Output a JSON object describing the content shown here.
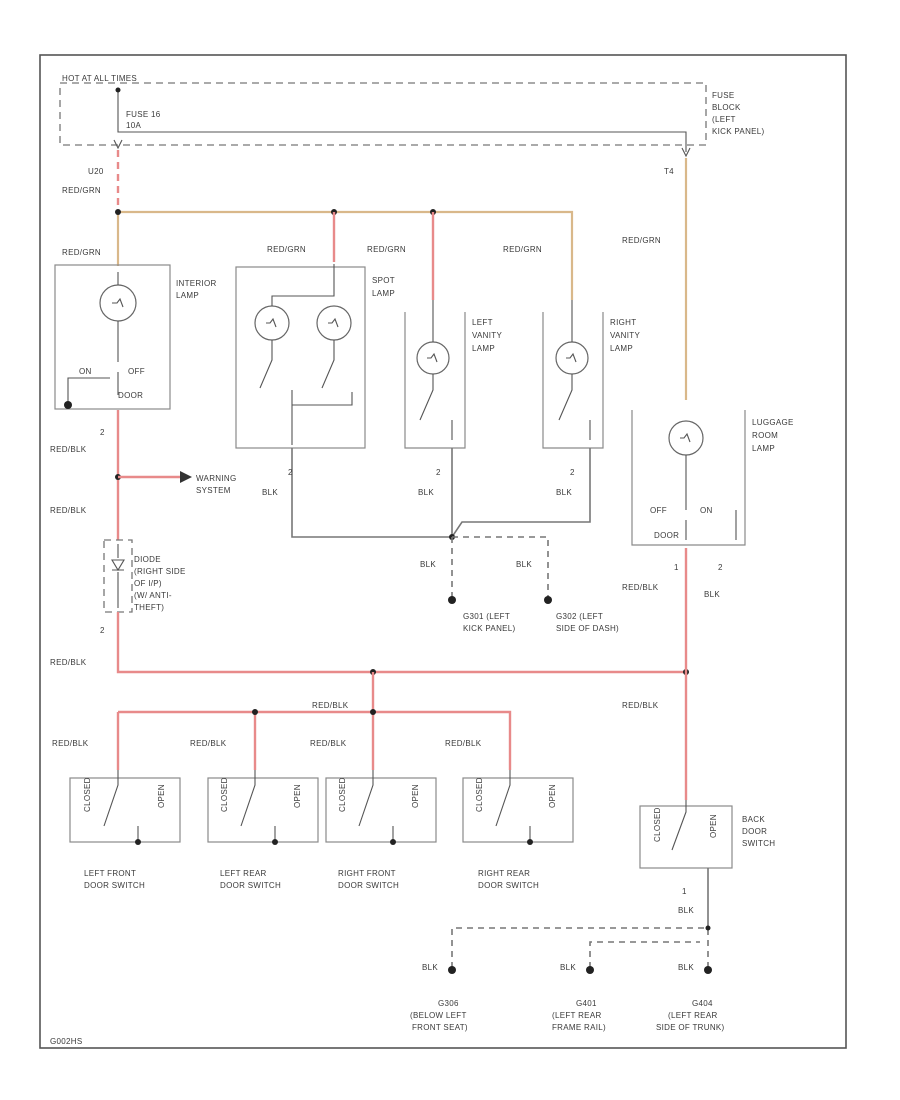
{
  "top": {
    "hot_label": "HOT AT ALL TIMES",
    "fuse_label": "FUSE 16",
    "fuse_amp": "10A",
    "fuse_block": [
      "FUSE",
      "BLOCK",
      "(LEFT",
      "KICK PANEL)"
    ],
    "pin_left": "U20",
    "pin_right": "T4"
  },
  "wires": {
    "red_grn": "RED/GRN",
    "red_blk": "RED/BLK",
    "blk": "BLK"
  },
  "lamps": {
    "interior": [
      "INTERIOR",
      "LAMP"
    ],
    "interior_switch": {
      "on": "ON",
      "off": "OFF",
      "door": "DOOR"
    },
    "spot": [
      "SPOT",
      "LAMP"
    ],
    "left_vanity": [
      "LEFT",
      "VANITY",
      "LAMP"
    ],
    "right_vanity": [
      "RIGHT",
      "VANITY",
      "LAMP"
    ],
    "luggage": [
      "LUGGAGE",
      "ROOM",
      "LAMP"
    ],
    "luggage_switch": {
      "off": "OFF",
      "mid": "ON",
      "door": "DOOR"
    }
  },
  "warning": [
    "WARNING",
    "SYSTEM"
  ],
  "diode": [
    "DIODE",
    "(RIGHT SIDE",
    "OF I/P)",
    "(W/ ANTI-",
    "THEFT)"
  ],
  "pins": {
    "two": "2",
    "one": "1"
  },
  "grounds": {
    "g1": [
      "G301 (LEFT",
      "KICK PANEL)"
    ],
    "g2": [
      "G302 (LEFT",
      "SIDE OF DASH)"
    ],
    "g3": [
      "G306",
      "(BELOW LEFT",
      "FRONT SEAT)"
    ],
    "g4": [
      "G401",
      "(LEFT REAR",
      "FRAME RAIL)"
    ],
    "g5": [
      "G404",
      "(LEFT REAR",
      "SIDE OF TRUNK)"
    ]
  },
  "switches": {
    "lf": [
      "LEFT FRONT",
      "DOOR SWITCH"
    ],
    "lr": [
      "LEFT REAR",
      "DOOR SWITCH"
    ],
    "rf": [
      "RIGHT FRONT",
      "DOOR SWITCH"
    ],
    "rr": [
      "RIGHT REAR",
      "DOOR SWITCH"
    ],
    "back": [
      "BACK",
      "DOOR",
      "SWITCH"
    ],
    "closed": "CLOSED",
    "open": "OPEN"
  },
  "footer": "G002HS"
}
